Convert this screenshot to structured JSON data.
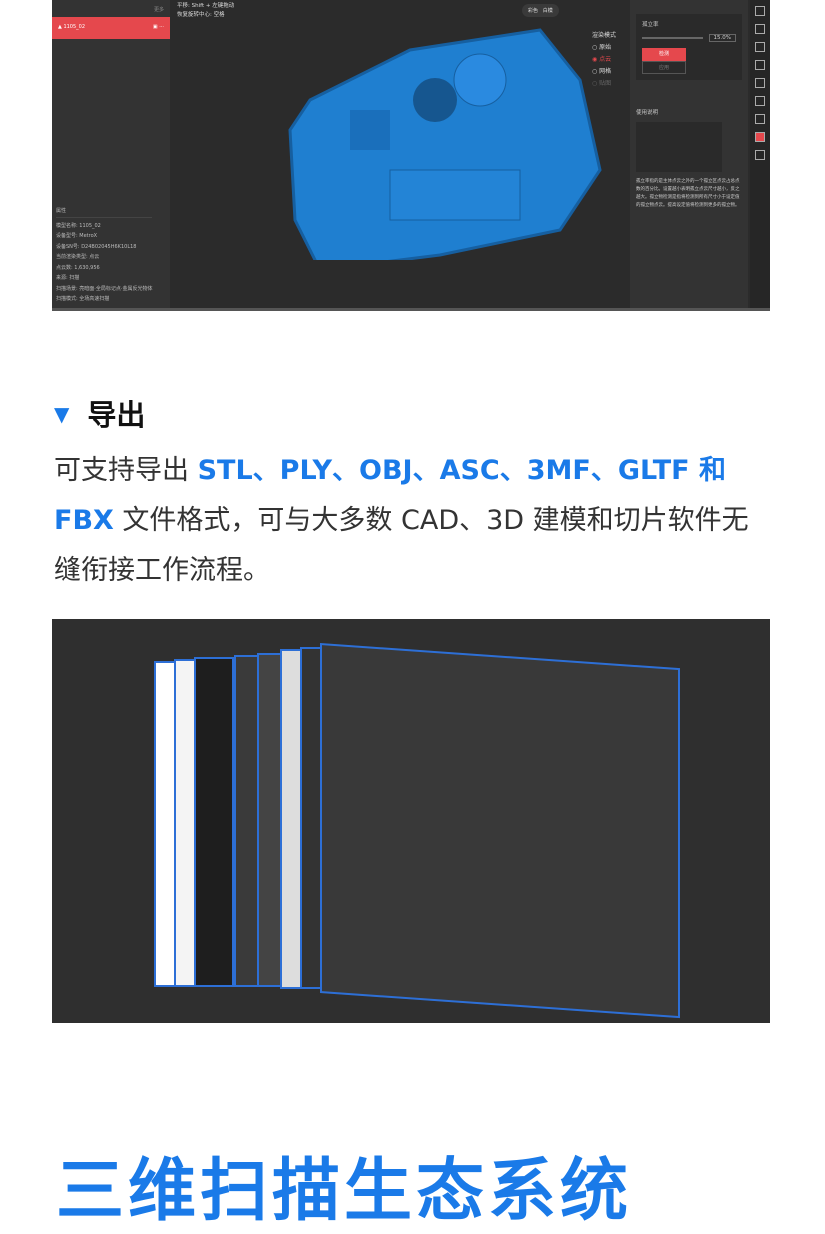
{
  "app": {
    "more": "更多",
    "model_item": "1105_02",
    "props_title": "属性",
    "props": [
      "模型名称: 1105_02",
      "设备型号: MetroX",
      "设备SN号: D24B02045H6K10L18",
      "当前渲染类型: 点云",
      "点云数: 1,630,956",
      "来源: 扫描",
      "扫描场景: 亮暗面·全局标记点·金属反光物体",
      "扫描模式: 全场高速扫描"
    ],
    "hints": [
      "平移: Shift + 左键拖动",
      "恢复旋转中心: 空格"
    ],
    "view_modes": [
      "彩色",
      "白模"
    ],
    "render_title": "渲染模式",
    "render_options": [
      "原始",
      "点云",
      "网格",
      "贴图"
    ],
    "ratio_label": "孤立率",
    "ratio_value": "15.0%",
    "detect": "检测",
    "apply": "应用",
    "usage_title": "使用说明",
    "usage_text": "孤立率指的是主体点云之外的一个孤立区点云占总点数的百分比。设置越小表明孤立点云尺寸越小，反之越大。孤立物检测是指将检测到所有尺寸小于设定值的孤立物点云。提高设定值将检测到更多的孤立物。",
    "accent": "#e5484d"
  },
  "section": {
    "title": "导出",
    "p1": "可支持导出 ",
    "formats": "STL、PLY、OBJ、ASC、3MF、GLTF 和 FBX",
    "p2": " 文件格式，可与大多数 CAD、3D 建模和切片软件无缝衔接工作流程。",
    "accent": "#1a7ae8"
  },
  "footer_heading": "三维扫描生态系统"
}
